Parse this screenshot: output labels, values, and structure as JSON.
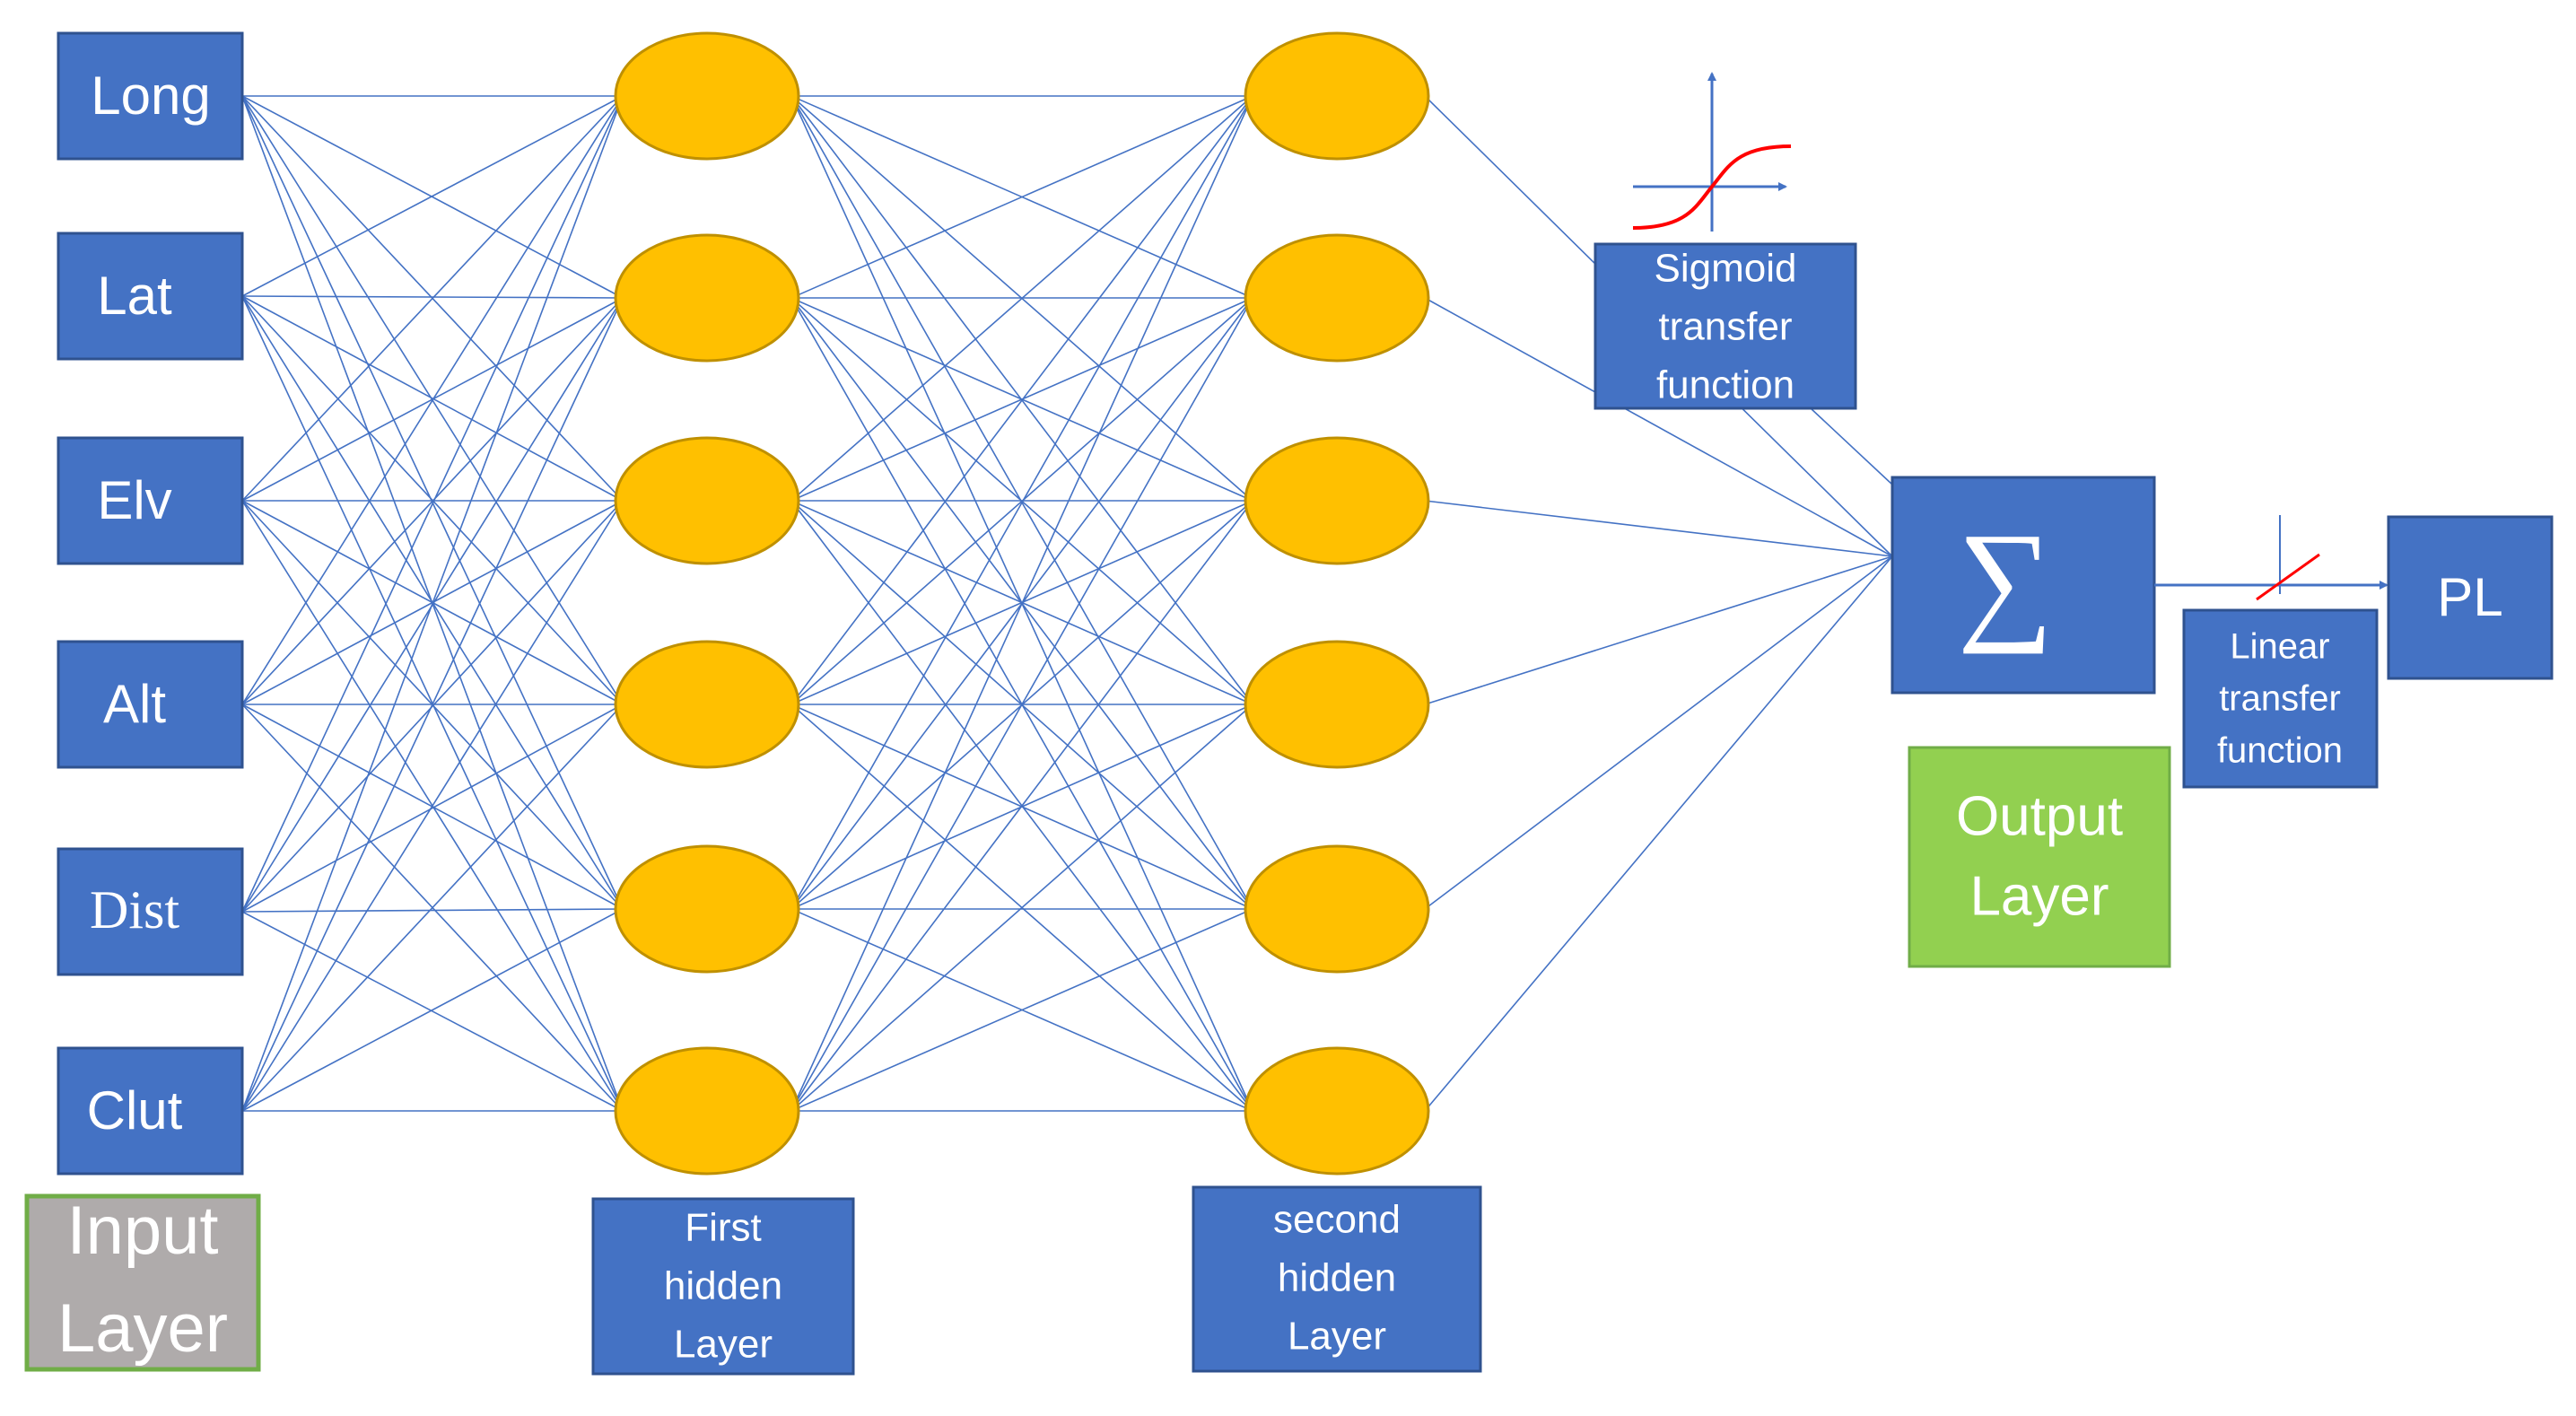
{
  "colors": {
    "box_blue": "#4472C4",
    "box_blue_stroke": "#2F528F",
    "node_fill": "#FFC000",
    "node_stroke": "#BF9000",
    "connection": "#4472C4",
    "input_layer_bg": "#AFABAB",
    "input_layer_border": "#70AD47",
    "output_layer_bg": "#92D050",
    "curve_red": "#FF0000"
  },
  "inputs": [
    "Long",
    "Lat",
    "Elv",
    "Alt",
    "Dist",
    "Clut"
  ],
  "first_hidden_count": 6,
  "second_hidden_count": 6,
  "labels": {
    "input_layer": [
      "Input",
      "Layer"
    ],
    "first_hidden": [
      "First",
      "hidden",
      "Layer"
    ],
    "second_hidden": [
      "second",
      "hidden",
      "Layer"
    ],
    "sigmoid": [
      "Sigmoid",
      "transfer",
      "function"
    ],
    "sum_symbol": "∑",
    "linear": [
      "Linear",
      "transfer",
      "function"
    ],
    "output_layer": [
      "Output",
      "Layer"
    ],
    "output": "PL"
  },
  "icons": {
    "sigmoid": "sigmoid-curve-icon",
    "linear": "linear-line-icon"
  }
}
